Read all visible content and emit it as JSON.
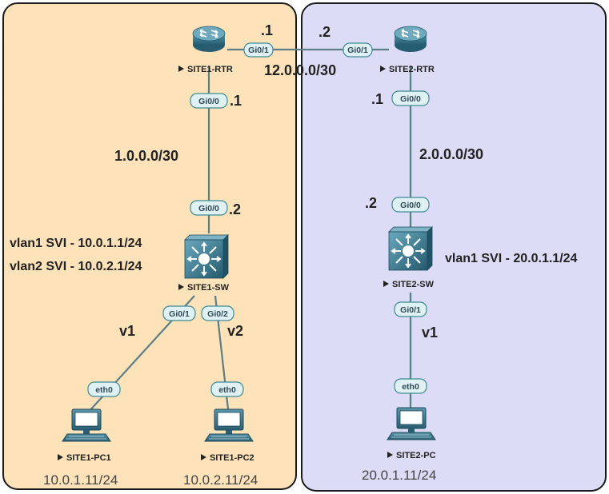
{
  "colors": {
    "site1_bg": "#fde2ba",
    "site2_bg": "#dcdcf7",
    "device_fill": "#2f6f86",
    "link": "#5e7e86",
    "port_fill": "#dff1f3",
    "port_stroke": "#3f8a94"
  },
  "site1": {
    "router": {
      "name": "SITE1-RTR",
      "icon": "router-icon"
    },
    "switch": {
      "name": "SITE1-SW",
      "icon": "switch-icon"
    },
    "pc1": {
      "name": "SITE1-PC1",
      "ip": "10.0.1.11/24",
      "icon": "computer-icon"
    },
    "pc2": {
      "name": "SITE1-PC2",
      "ip": "10.0.2.11/24",
      "icon": "computer-icon"
    },
    "svi": [
      "vlan1 SVI - 10.0.1.1/24",
      "vlan2 SVI - 10.0.2.1/24"
    ],
    "rtr_sw_link": {
      "network": "1.0.0.0/30",
      "rtr_port": "Gi0/0",
      "rtr_host": ".1",
      "sw_port": "Gi0/0",
      "sw_host": ".2"
    },
    "sw_pc1_link": {
      "sw_port": "Gi0/1",
      "pc_port": "eth0",
      "vlan": "v1"
    },
    "sw_pc2_link": {
      "sw_port": "Gi0/2",
      "pc_port": "eth0",
      "vlan": "v2"
    }
  },
  "wan_link": {
    "network": "12.0.0.0/30",
    "site1_port": "Gi0/1",
    "site1_host": ".1",
    "site2_port": "Gi0/1",
    "site2_host": ".2"
  },
  "site2": {
    "router": {
      "name": "SITE2-RTR",
      "icon": "router-icon"
    },
    "switch": {
      "name": "SITE2-SW",
      "icon": "switch-icon"
    },
    "pc": {
      "name": "SITE2-PC",
      "ip": "20.0.1.11/24",
      "icon": "computer-icon"
    },
    "svi": [
      "vlan1 SVI - 20.0.1.1/24"
    ],
    "rtr_sw_link": {
      "network": "2.0.0.0/30",
      "rtr_port": "Gi0/0",
      "rtr_host": ".1",
      "sw_port": "Gi0/0",
      "sw_host": ".2"
    },
    "sw_pc_link": {
      "sw_port": "Gi0/1",
      "pc_port": "eth0",
      "vlan": "v1"
    }
  }
}
